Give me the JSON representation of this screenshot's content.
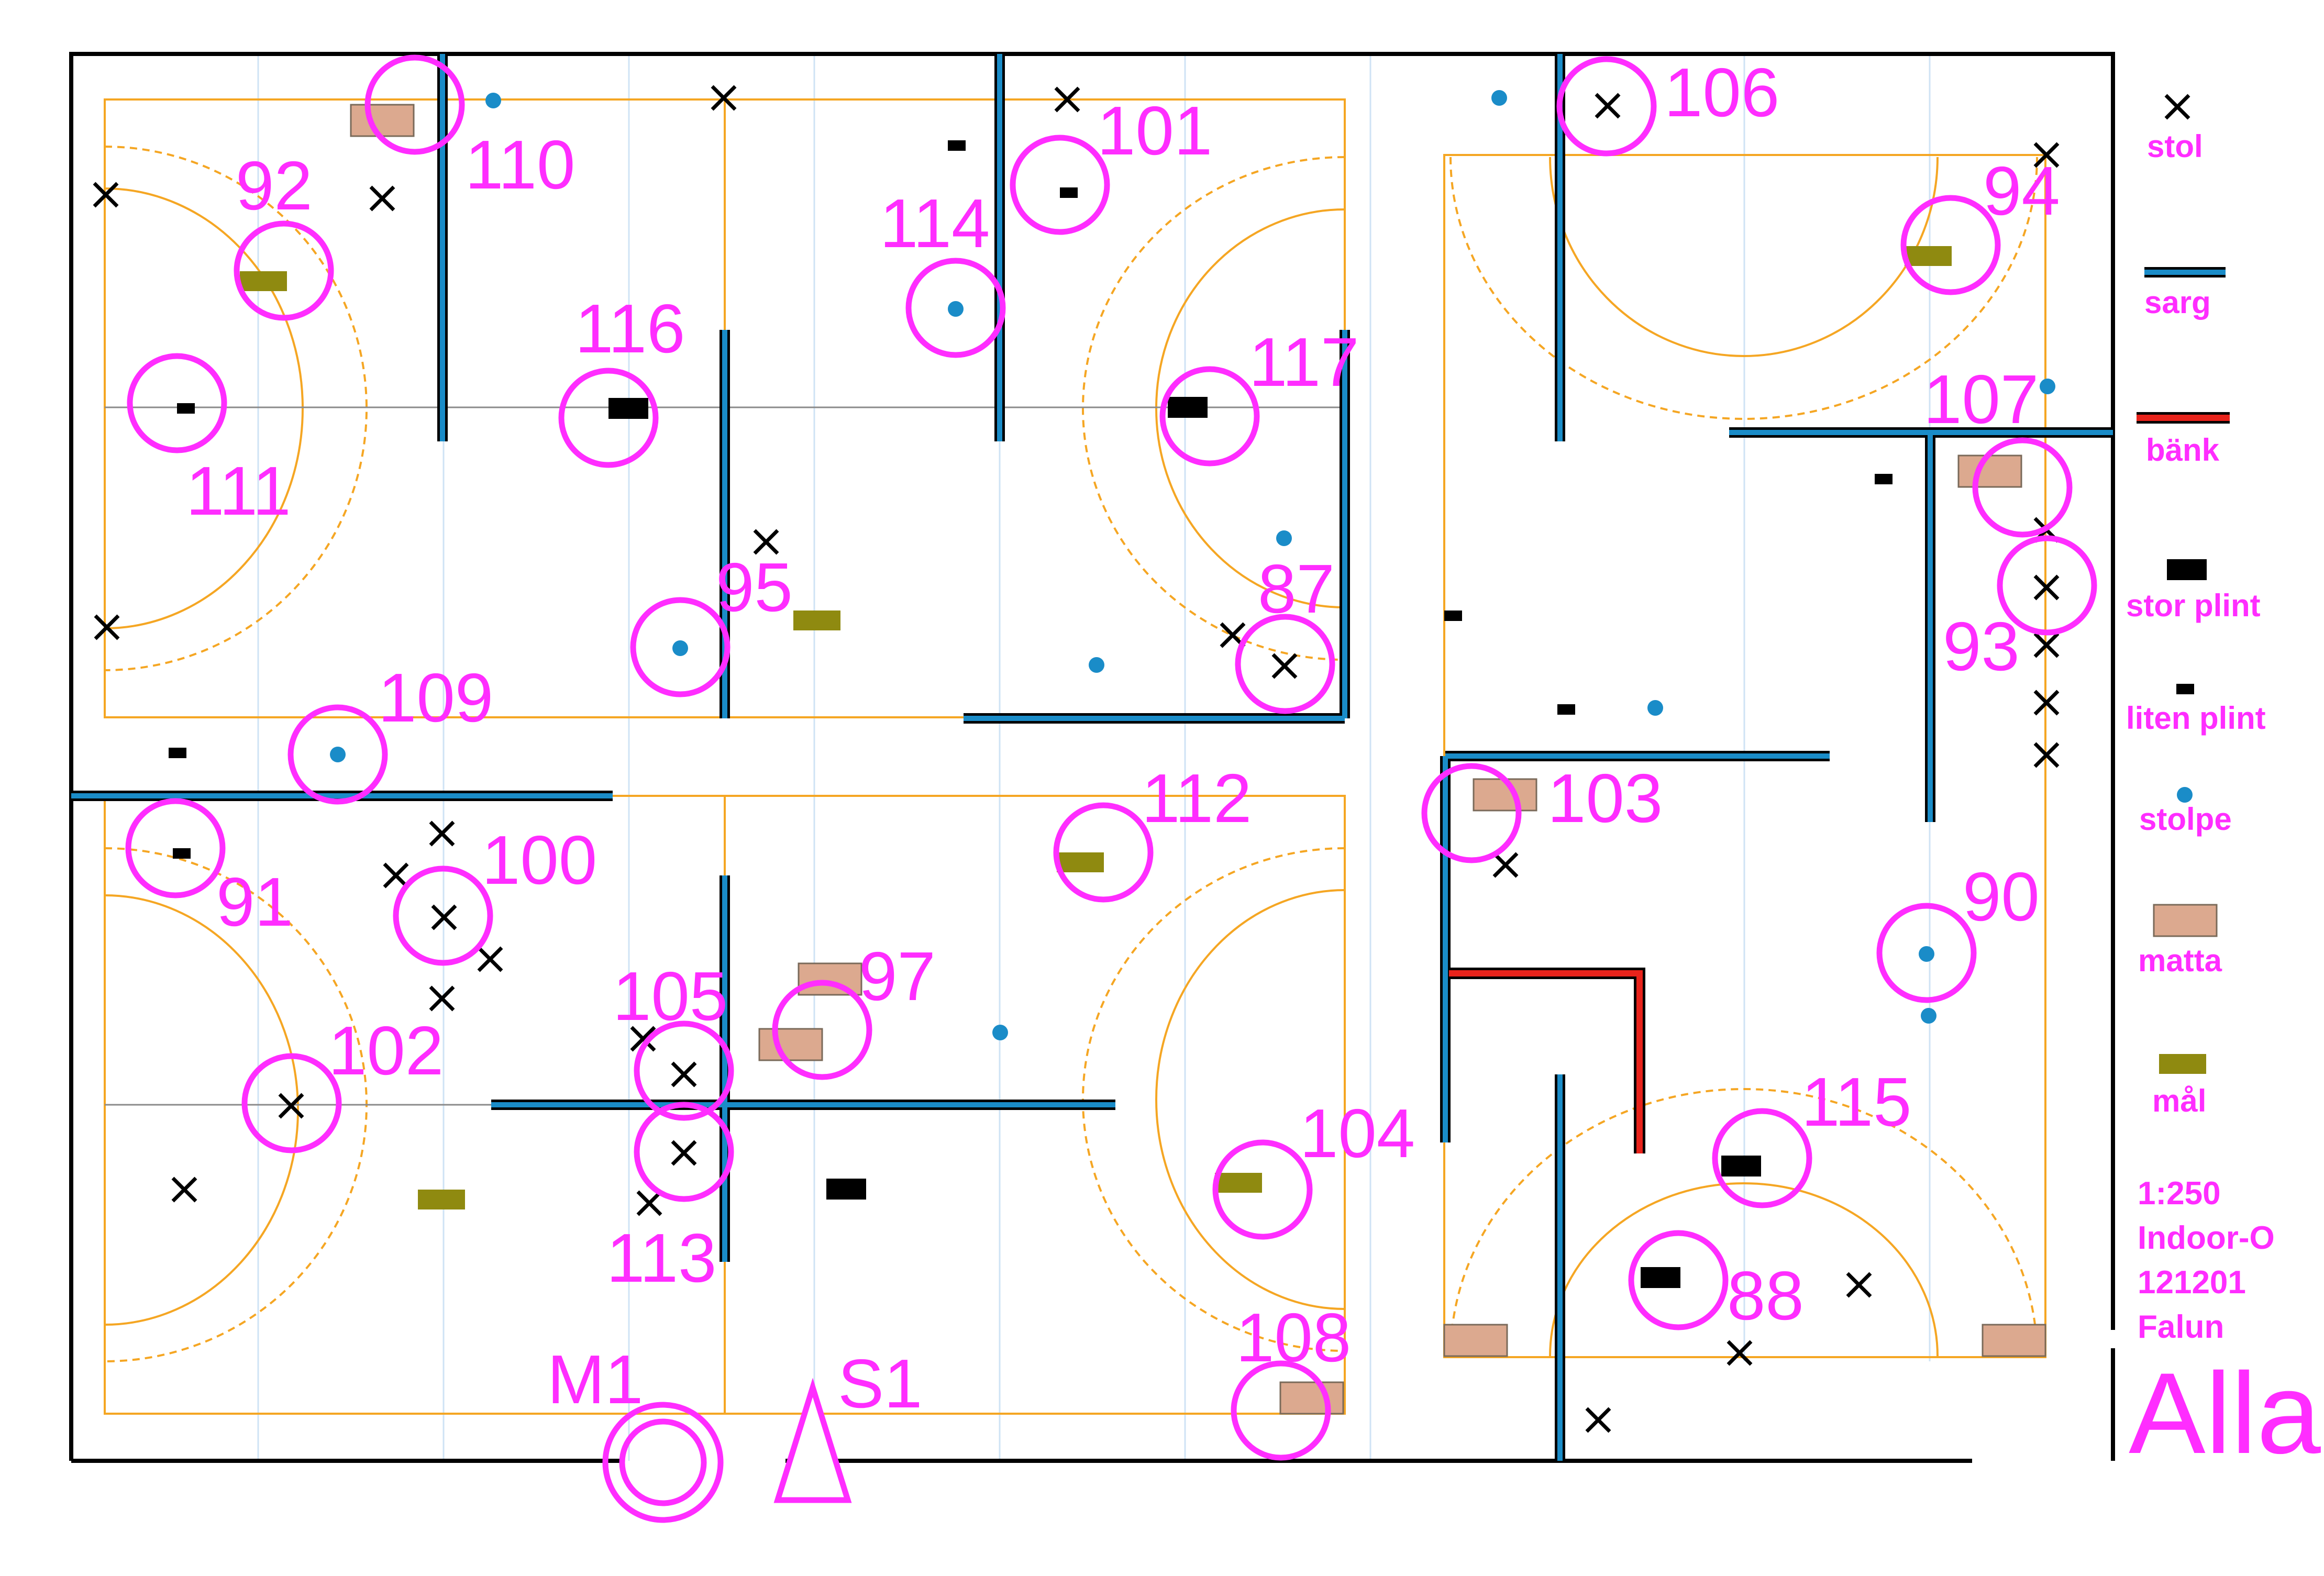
{
  "map": {
    "title": "Alla",
    "scale": "1:250",
    "event": "Indoor-O",
    "date": "121201",
    "place": "Falun"
  },
  "colors": {
    "course": "#ff2dff",
    "wall": "#1a8cc8",
    "bench": "#e8231b",
    "mat": "#dca98f",
    "goal": "#8f8a10",
    "post": "#1a8cc8",
    "court": "#f5a623"
  },
  "legend": [
    {
      "symbol": "chair-x",
      "label": "stol"
    },
    {
      "symbol": "wall-board",
      "label": "sarg"
    },
    {
      "symbol": "bench",
      "label": "bänk"
    },
    {
      "symbol": "large-box",
      "label": "stor plint"
    },
    {
      "symbol": "small-box",
      "label": "liten plint"
    },
    {
      "symbol": "post-dot",
      "label": "stolpe"
    },
    {
      "symbol": "mat",
      "label": "matta"
    },
    {
      "symbol": "goal",
      "label": "mål"
    }
  ],
  "start": {
    "label": "S1"
  },
  "finish": {
    "label": "M1"
  },
  "controls": [
    {
      "number": "110"
    },
    {
      "number": "92"
    },
    {
      "number": "111"
    },
    {
      "number": "116"
    },
    {
      "number": "114"
    },
    {
      "number": "101"
    },
    {
      "number": "117"
    },
    {
      "number": "95"
    },
    {
      "number": "87"
    },
    {
      "number": "109"
    },
    {
      "number": "91"
    },
    {
      "number": "100"
    },
    {
      "number": "102"
    },
    {
      "number": "105"
    },
    {
      "number": "113"
    },
    {
      "number": "97"
    },
    {
      "number": "112"
    },
    {
      "number": "104"
    },
    {
      "number": "108"
    },
    {
      "number": "106"
    },
    {
      "number": "94"
    },
    {
      "number": "107"
    },
    {
      "number": "93"
    },
    {
      "number": "103"
    },
    {
      "number": "90"
    },
    {
      "number": "115"
    },
    {
      "number": "88"
    }
  ]
}
